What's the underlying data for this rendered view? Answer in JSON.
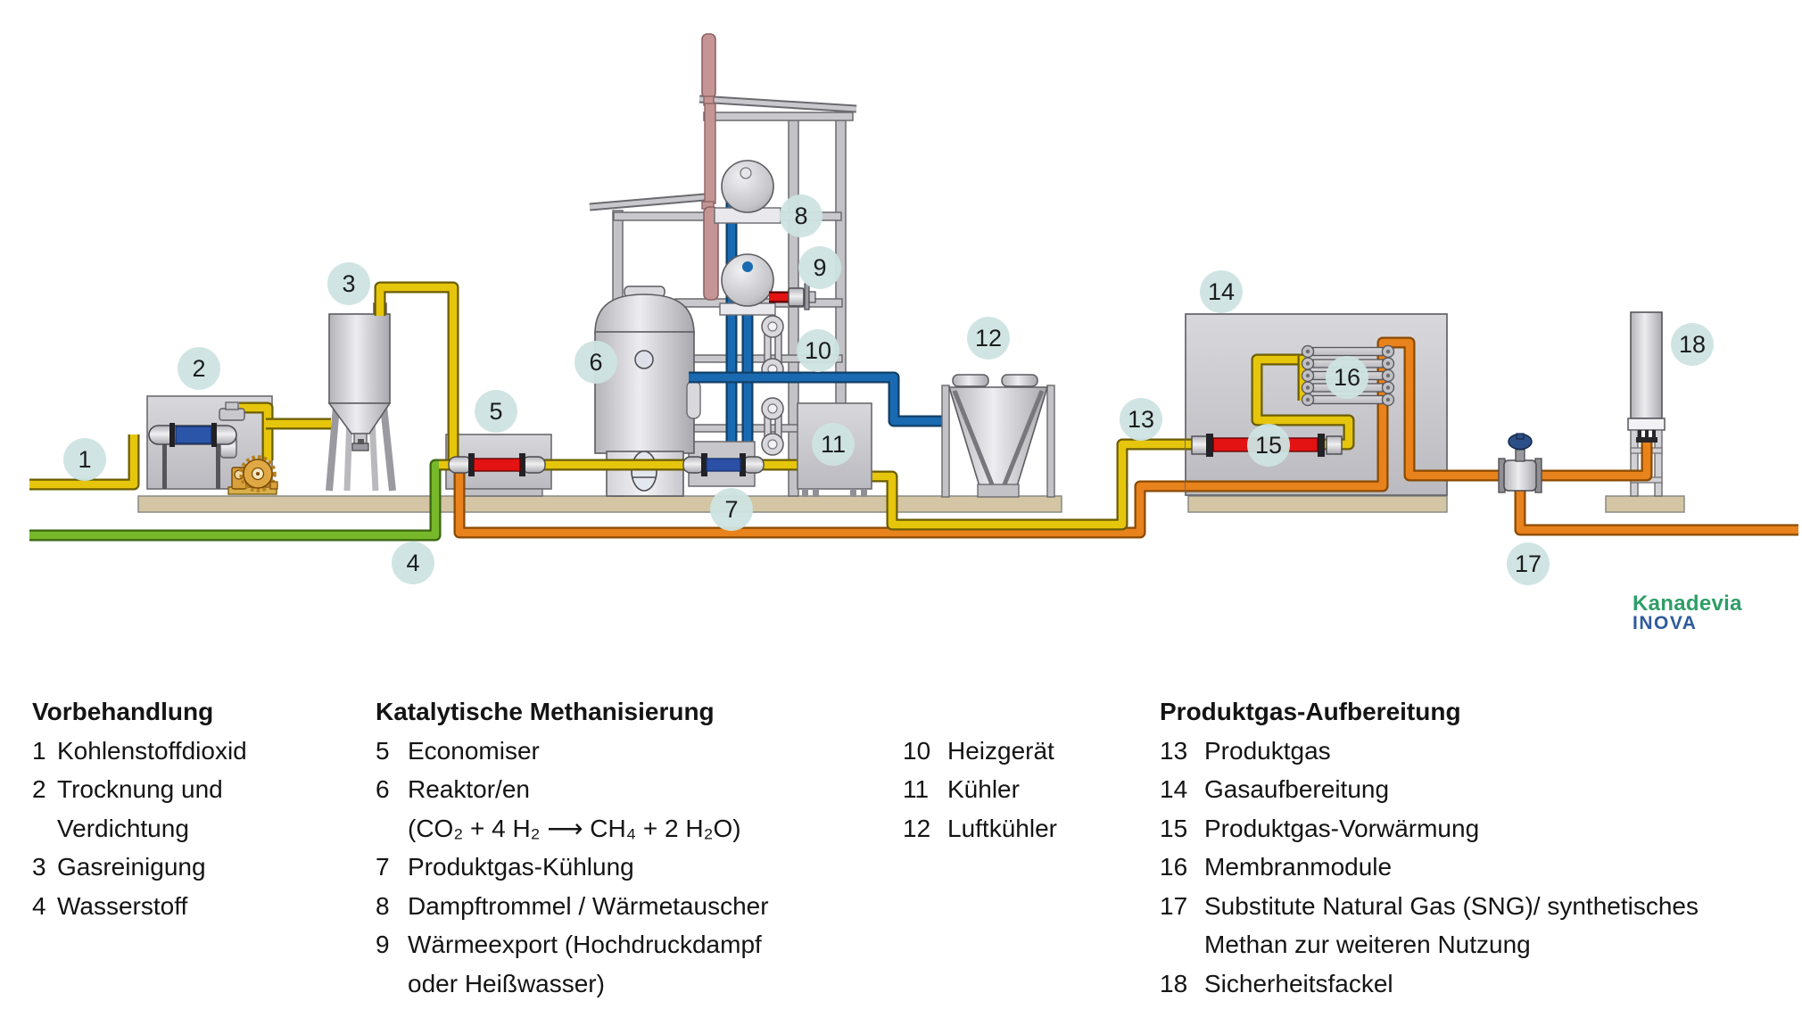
{
  "diagram": {
    "badges": [
      "1",
      "2",
      "3",
      "4",
      "5",
      "6",
      "7",
      "8",
      "9",
      "10",
      "11",
      "12",
      "13",
      "14",
      "15",
      "16",
      "17",
      "18"
    ]
  },
  "logo": {
    "line1": "Kanadevia",
    "line2": "INOVA"
  },
  "legend": {
    "columns": [
      {
        "heading": "Vorbehandlung",
        "items": [
          {
            "num": "1",
            "lines": [
              "Kohlenstoffdioxid"
            ]
          },
          {
            "num": "2",
            "lines": [
              "Trocknung und",
              "Verdichtung"
            ]
          },
          {
            "num": "3",
            "lines": [
              "Gasreinigung"
            ]
          },
          {
            "num": "4",
            "lines": [
              "Wasserstoff"
            ]
          }
        ]
      },
      {
        "heading": "Katalytische Methanisierung",
        "items": [
          {
            "num": "5",
            "lines": [
              "Economiser"
            ]
          },
          {
            "num": "6",
            "lines": [
              "Reaktor/en",
              "(CO₂ + 4 H₂ ⟶ CH₄ + 2 H₂O)"
            ]
          },
          {
            "num": "7",
            "lines": [
              "Produktgas-Kühlung"
            ]
          },
          {
            "num": "8",
            "lines": [
              "Dampftrommel / Wärmetauscher"
            ]
          },
          {
            "num": "9",
            "lines": [
              "Wärmeexport (Hochdruckdampf",
              "oder Heißwasser)"
            ]
          }
        ]
      },
      {
        "heading": "",
        "items": [
          {
            "num": "10",
            "lines": [
              "Heizgerät"
            ]
          },
          {
            "num": "11",
            "lines": [
              "Kühler"
            ]
          },
          {
            "num": "12",
            "lines": [
              "Luftkühler"
            ]
          }
        ]
      },
      {
        "heading": "Produktgas-Aufbereitung",
        "items": [
          {
            "num": "13",
            "lines": [
              "Produktgas"
            ]
          },
          {
            "num": "14",
            "lines": [
              "Gasaufbereitung"
            ]
          },
          {
            "num": "15",
            "lines": [
              "Produktgas-Vorwärmung"
            ]
          },
          {
            "num": "16",
            "lines": [
              "Membranmodule"
            ]
          },
          {
            "num": "17",
            "lines": [
              "Substitute Natural Gas (SNG)/ synthetisches",
              "Methan zur weiteren Nutzung"
            ]
          },
          {
            "num": "18",
            "lines": [
              "Sicherheitsfackel"
            ]
          }
        ]
      }
    ]
  },
  "colors": {
    "pipe_yellow": "#e6c60d",
    "pipe_green": "#76b82a",
    "pipe_orange": "#e8821c",
    "pipe_blue": "#1a6ab2",
    "pipe_red": "#e31313",
    "vent_pink": "#c59595",
    "badge_bg": "#cfe4e1",
    "equipment_gray": "#c9c9cd",
    "ground_tan": "#d4c5a4",
    "logo_green": "#2f9e68",
    "logo_blue": "#2f5b9e"
  }
}
